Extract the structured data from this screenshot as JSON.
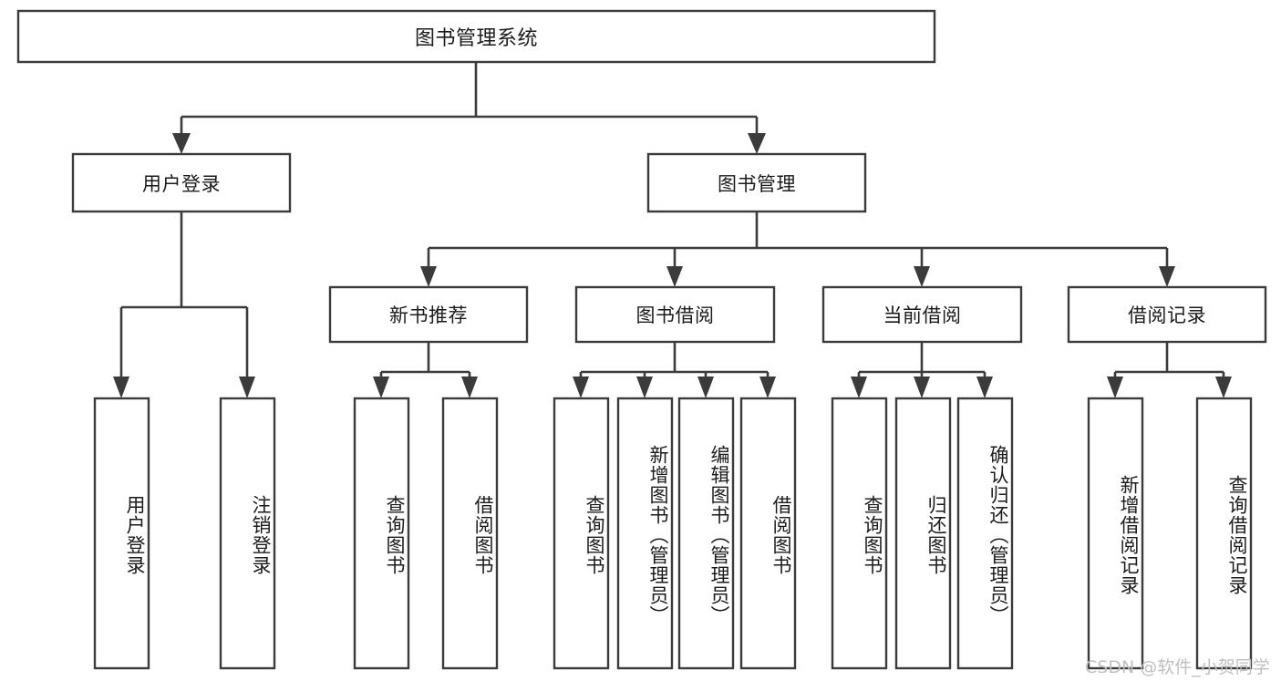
{
  "diagram": {
    "title": "图书管理系统",
    "type": "tree-hierarchy-diagram",
    "colors": {
      "stroke": "#3b3b3b",
      "box_fill": "#ffffff",
      "text": "#1b1b1b",
      "watermark": "#bfbfbf",
      "background": "#ffffff"
    },
    "root": {
      "label": "图书管理系统"
    },
    "level2": [
      {
        "label": "用户登录"
      },
      {
        "label": "图书管理"
      }
    ],
    "level3": [
      {
        "label": "新书推荐"
      },
      {
        "label": "图书借阅"
      },
      {
        "label": "当前借阅"
      },
      {
        "label": "借阅记录"
      }
    ],
    "leaves": {
      "user_login": [
        {
          "label": "用户登录"
        },
        {
          "label": "注销登录"
        }
      ],
      "new_book_recommend": [
        {
          "label": "查询图书"
        },
        {
          "label": "借阅图书"
        }
      ],
      "book_borrow": [
        {
          "label": "查询图书"
        },
        {
          "label": "新增图书（管理员）"
        },
        {
          "label": "编辑图书（管理员）"
        },
        {
          "label": "借阅图书"
        }
      ],
      "current_borrow": [
        {
          "label": "查询图书"
        },
        {
          "label": "归还图书"
        },
        {
          "label": "确认归还（管理员）"
        }
      ],
      "borrow_records": [
        {
          "label": "新增借阅记录"
        },
        {
          "label": "查询借阅记录"
        }
      ]
    },
    "watermark": "CSDN @软件_小贺同学"
  }
}
